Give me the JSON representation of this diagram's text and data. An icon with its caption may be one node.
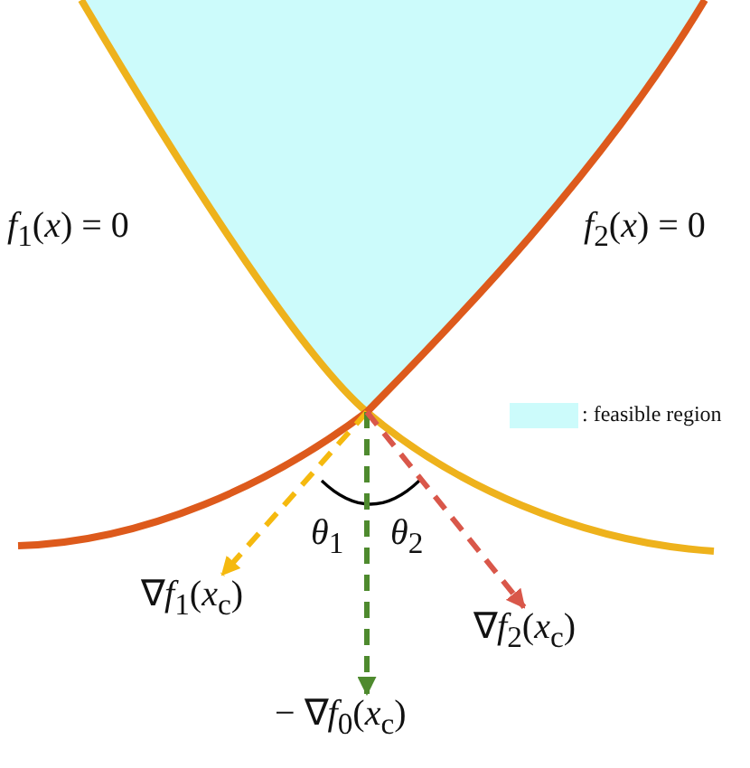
{
  "diagram": {
    "nodes": [
      {
        "text": [
          "∇*f*$_{1}$(*x*$_{c}$)"
        ]
      },
      {
        "text": [
          "∇*f*$_{2}$(*x*$_{c}$)"
        ]
      },
      {
        "text": [
          "− ∇*f*$_{0}$(*x*$_{c}$)"
        ]
      }
    ],
    "edges": [
      {
        "from": null,
        "to": 0,
        "arrow": "to",
        "style": "dashed",
        "color": "#f5b90f"
      },
      {
        "from": null,
        "to": 2,
        "arrow": "to",
        "style": "dashed",
        "color": "#4e8a2e"
      },
      {
        "from": null,
        "to": 1,
        "arrow": "to",
        "style": "dashed",
        "color": "#d9574a"
      }
    ],
    "labels": [
      "*f*$_{1}$(*x*) = 0",
      "*f*$_{2}$(*x*) = 0",
      "*θ*$_{1}$",
      "*θ*$_{2}$"
    ],
    "legend": [
      {
        "text": ": feasible region",
        "color": "#ccfbfb"
      }
    ]
  }
}
